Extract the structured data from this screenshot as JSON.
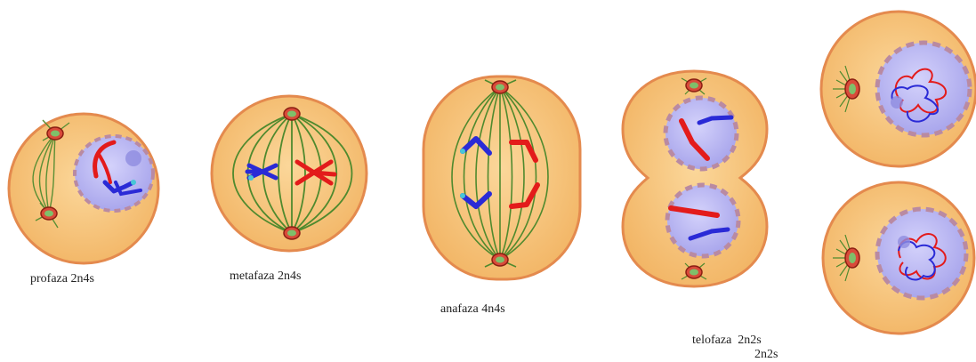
{
  "labels": {
    "profaza": "profaza 2n4s",
    "metafaza": "metafaza 2n4s",
    "anafaza": "anafaza 4n4s",
    "telofaza_line1": "telofaza  2n2s",
    "telofaza_line2": "2n2s"
  },
  "colors": {
    "cytoplasm": "#f6c27a",
    "cell_outline": "#e08a4f",
    "nucleus": "#b9b7f0",
    "nuclear_envelope": "#b7889f",
    "spindle": "#4a8a2c",
    "centrosome": "#c0392b",
    "chromosome_red": "#e31b1b",
    "chromosome_blue": "#2a2ad6"
  }
}
